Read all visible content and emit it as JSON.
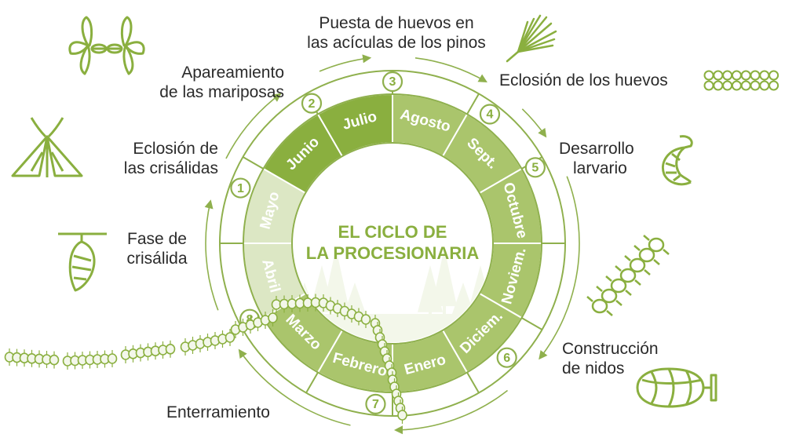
{
  "colors": {
    "dark": "#8aaf3f",
    "medium": "#aac56c",
    "pale": "#dce7c4",
    "line": "#8fb04d",
    "text": "#2b2b2b"
  },
  "center_title": [
    "EL CICLO DE",
    "LA PROCESIONARIA"
  ],
  "months": [
    "Junio",
    "Julio",
    "Agosto",
    "Sept.",
    "Octubre",
    "Noviem.",
    "Diciem.",
    "Enero",
    "Febrero",
    "Marzo",
    "Abril",
    "Mayo"
  ],
  "stages": [
    {
      "number": "1",
      "label": "Eclosión de las crisálidas",
      "lines": [
        "Eclosión de",
        "las crisálidas"
      ],
      "icon": "moth-icon"
    },
    {
      "number": "2",
      "label": "Apareamiento de las mariposas",
      "lines": [
        "Apareamiento",
        "de las mariposas"
      ],
      "icon": "mating-butterflies-icon"
    },
    {
      "number": "3",
      "label": "Puesta de huevos en las acículas de los pinos",
      "lines": [
        "Puesta de huevos en",
        "las acículas de los pinos"
      ],
      "icon": "pine-needles-icon"
    },
    {
      "number": "4",
      "label": "Eclosión de los huevos",
      "lines": [
        "Eclosión de los huevos"
      ],
      "icon": "eggs-icon"
    },
    {
      "number": "5",
      "label": "Desarrollo larvario",
      "lines": [
        "Desarrollo",
        "larvario"
      ],
      "icon": "larva-icon"
    },
    {
      "number": "6",
      "label": "Construcción de nidos",
      "lines": [
        "Construcción",
        "de nidos"
      ],
      "icon": "nest-icon"
    },
    {
      "number": "7",
      "label": "Enterramiento",
      "lines": [
        "Enterramiento"
      ],
      "icon": ""
    },
    {
      "number": "8",
      "label": "Fase de crisálida",
      "lines": [
        "Fase de",
        "crisálida"
      ],
      "icon": "chrysalis-icon"
    }
  ]
}
